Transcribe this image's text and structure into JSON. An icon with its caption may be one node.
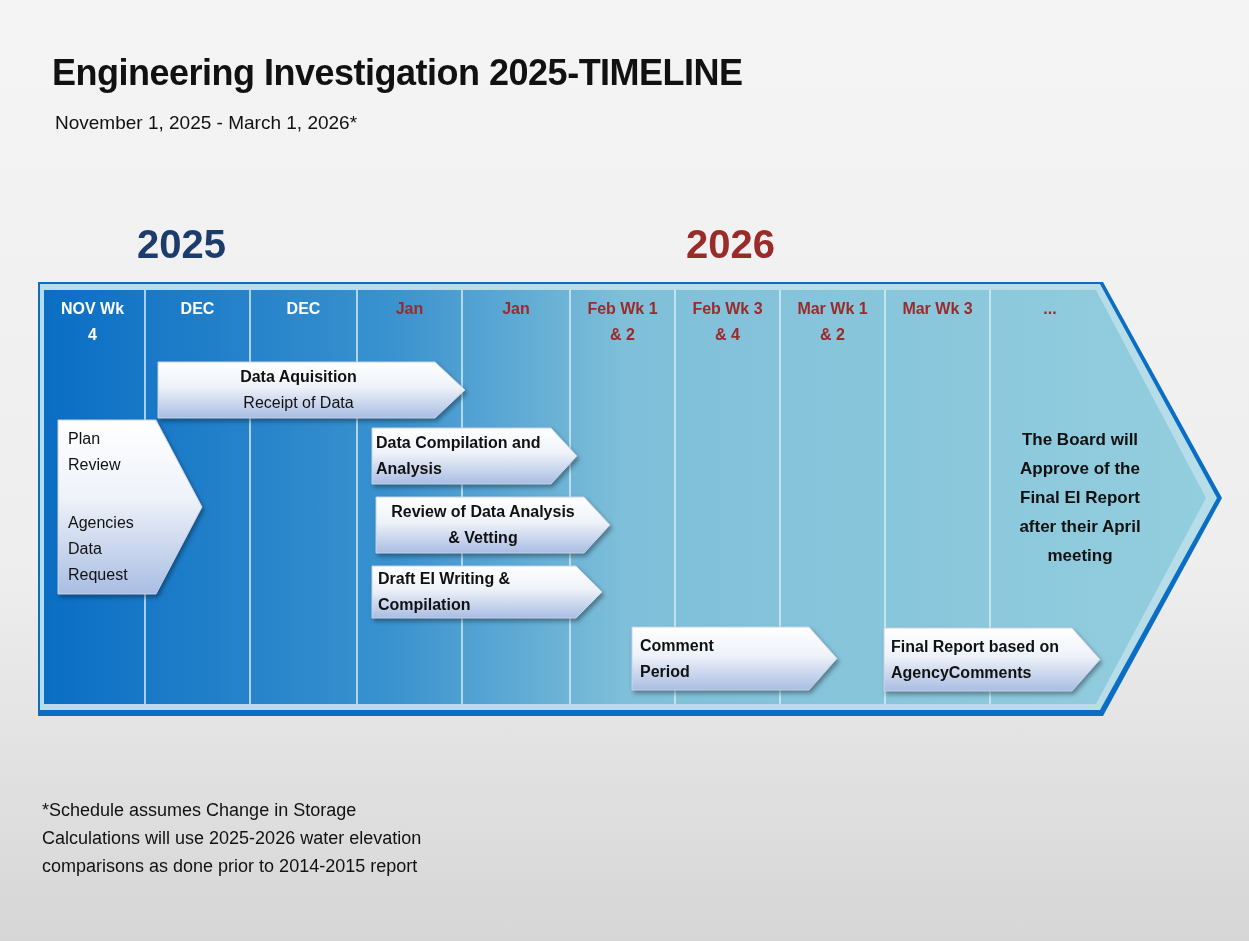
{
  "diagram": {
    "title": "Engineering Investigation 2025-TIMELINE",
    "caption": "*Schedule assumes Change in Storage Calculations will use 2025-2026 water elevation comparisons as done prior to 2014-2015 report",
    "nodes": [
      {
        "text": [
          "Data Aquisition",
          "Receipt of Data"
        ]
      },
      {
        "text": [
          "Plan Review",
          "Agencies Data Request"
        ]
      },
      {
        "text": [
          "Data Compilation and Analysis"
        ]
      },
      {
        "text": [
          "Review of Data Analysis & Vetting"
        ]
      },
      {
        "text": [
          "Draft EI Writing & Compilation"
        ]
      },
      {
        "text": [
          "Comment Period"
        ]
      },
      {
        "text": [
          "Final Report based on AgencyComments"
        ]
      }
    ],
    "labels": [
      "November 1, 2025 - March 1, 2026*",
      "2025",
      "2026",
      "NOV Wk 4",
      "DEC",
      "DEC",
      "Jan",
      "Jan",
      "Feb Wk 1 & 2",
      "Feb Wk 3 & 4",
      "Mar Wk 1 & 2",
      "Mar Wk 3",
      "...",
      "The Board will Approve of the Final EI Report after their April meeting"
    ]
  }
}
